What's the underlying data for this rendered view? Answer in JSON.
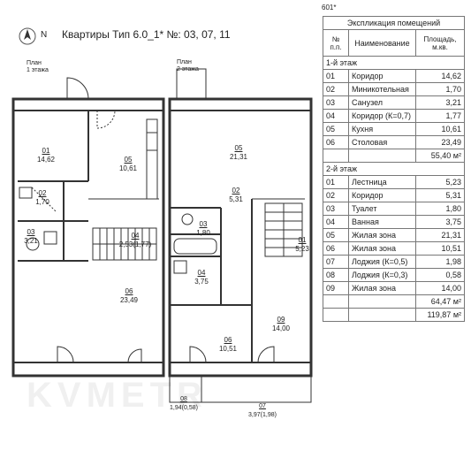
{
  "header": {
    "north": "N",
    "title": "Квартиры Тип 6.0_1* №: 03, 07, 11",
    "code": "601*"
  },
  "floors": [
    {
      "label": "План\n1 этажа"
    },
    {
      "label": "План\n2 этажа"
    }
  ],
  "rooms_floor1": [
    {
      "num": "01",
      "area": "14,62"
    },
    {
      "num": "05",
      "area": "10,61"
    },
    {
      "num": "02",
      "area": "1,70"
    },
    {
      "num": "03",
      "area": "3,21"
    },
    {
      "num": "04",
      "area": "2,53(1,77)"
    },
    {
      "num": "06",
      "area": "23,49"
    }
  ],
  "rooms_floor2": [
    {
      "num": "05",
      "area": "21,31"
    },
    {
      "num": "02",
      "area": "5,31"
    },
    {
      "num": "03",
      "area": "1,80"
    },
    {
      "num": "01",
      "area": "5,23"
    },
    {
      "num": "04",
      "area": "3,75"
    },
    {
      "num": "09",
      "area": "14,00"
    },
    {
      "num": "06",
      "area": "10,51"
    },
    {
      "num": "08",
      "area": "1,94(0,58)"
    },
    {
      "num": "07",
      "area": "3,97(1,98)"
    }
  ],
  "table": {
    "title": "Экспликация помещений",
    "col_num": "№\nп.п.",
    "col_name": "Наименование",
    "col_area": "Площадь,\nм.кв.",
    "floor1_title": "1-й этаж",
    "floor1_rows": [
      {
        "num": "01",
        "name": "Коридор",
        "area": "14,62"
      },
      {
        "num": "02",
        "name": "Миникотельная",
        "area": "1,70"
      },
      {
        "num": "03",
        "name": "Санузел",
        "area": "3,21"
      },
      {
        "num": "04",
        "name": "Коридор (К=0,7)",
        "area": "1,77"
      },
      {
        "num": "05",
        "name": "Кухня",
        "area": "10,61"
      },
      {
        "num": "06",
        "name": "Столовая",
        "area": "23,49"
      }
    ],
    "floor1_total": "55,40 м²",
    "floor2_title": "2-й этаж",
    "floor2_rows": [
      {
        "num": "01",
        "name": "Лестница",
        "area": "5,23"
      },
      {
        "num": "02",
        "name": "Коридор",
        "area": "5,31"
      },
      {
        "num": "03",
        "name": "Туалет",
        "area": "1,80"
      },
      {
        "num": "04",
        "name": "Ванная",
        "area": "3,75"
      },
      {
        "num": "05",
        "name": "Жилая зона",
        "area": "21,31"
      },
      {
        "num": "06",
        "name": "Жилая зона",
        "area": "10,51"
      },
      {
        "num": "07",
        "name": "Лоджия (К=0,5)",
        "area": "1,98"
      },
      {
        "num": "08",
        "name": "Лоджия (К=0,3)",
        "area": "0,58"
      },
      {
        "num": "09",
        "name": "Жилая зона",
        "area": "14,00"
      }
    ],
    "floor2_total": "64,47 м²",
    "grand_total": "119,87 м²"
  }
}
